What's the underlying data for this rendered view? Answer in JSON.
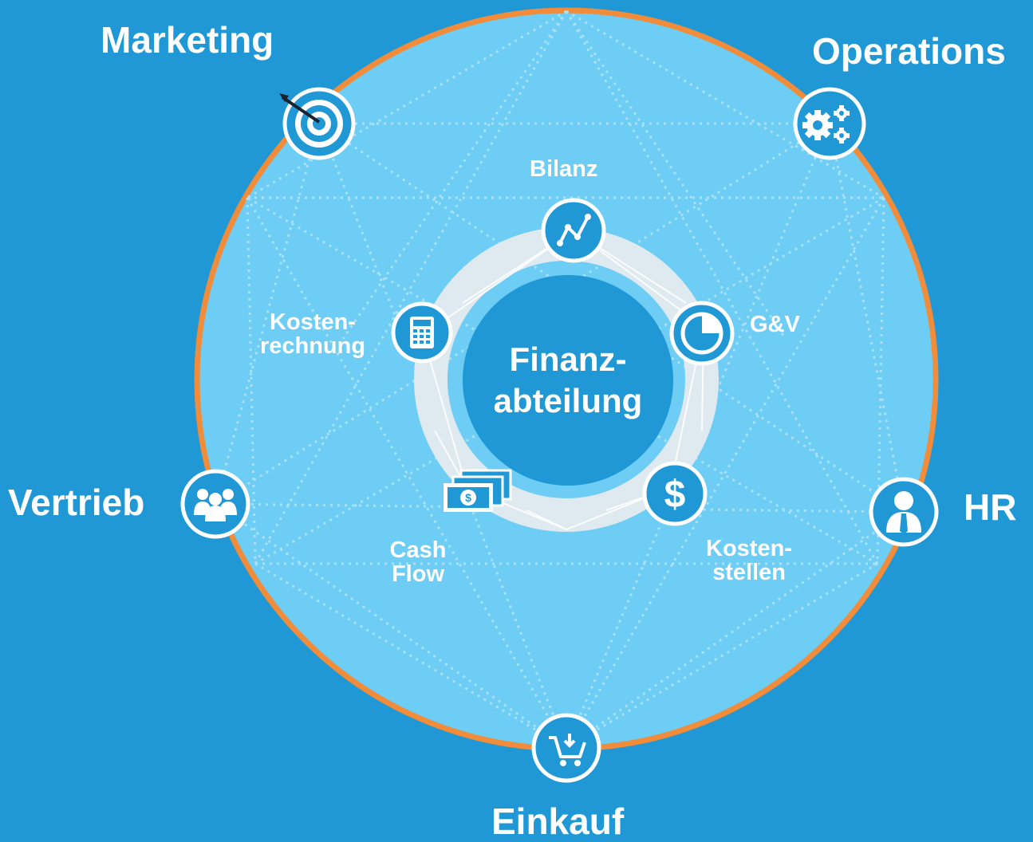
{
  "center": {
    "line1": "Finanz-",
    "line2": "abteilung"
  },
  "departments": {
    "marketing": "Marketing",
    "operations": "Operations",
    "vertrieb": "Vertrieb",
    "hr": "HR",
    "einkauf": "Einkauf"
  },
  "functions": {
    "bilanz": "Bilanz",
    "guv": "G&V",
    "kostenrechnung": {
      "line1": "Kosten-",
      "line2": "rechnung"
    },
    "cashflow": {
      "line1": "Cash",
      "line2": "Flow"
    },
    "kostenstellen": {
      "line1": "Kosten-",
      "line2": "stellen"
    }
  },
  "icons": {
    "marketing": "target-icon",
    "operations": "gears-icon",
    "vertrieb": "team-icon",
    "hr": "person-icon",
    "einkauf": "cart-icon",
    "bilanz": "line-chart-icon",
    "guv": "pie-chart-icon",
    "kostenrechnung": "calculator-icon",
    "cashflow": "money-icon",
    "kostenstellen": "dollar-icon"
  },
  "colors": {
    "background": "#1f98d5",
    "circle_fill": "#6ecdf4",
    "circle_border": "#f08c3a",
    "inner_ring": "#dfe9f0",
    "center_fill": "#1f98d5"
  }
}
